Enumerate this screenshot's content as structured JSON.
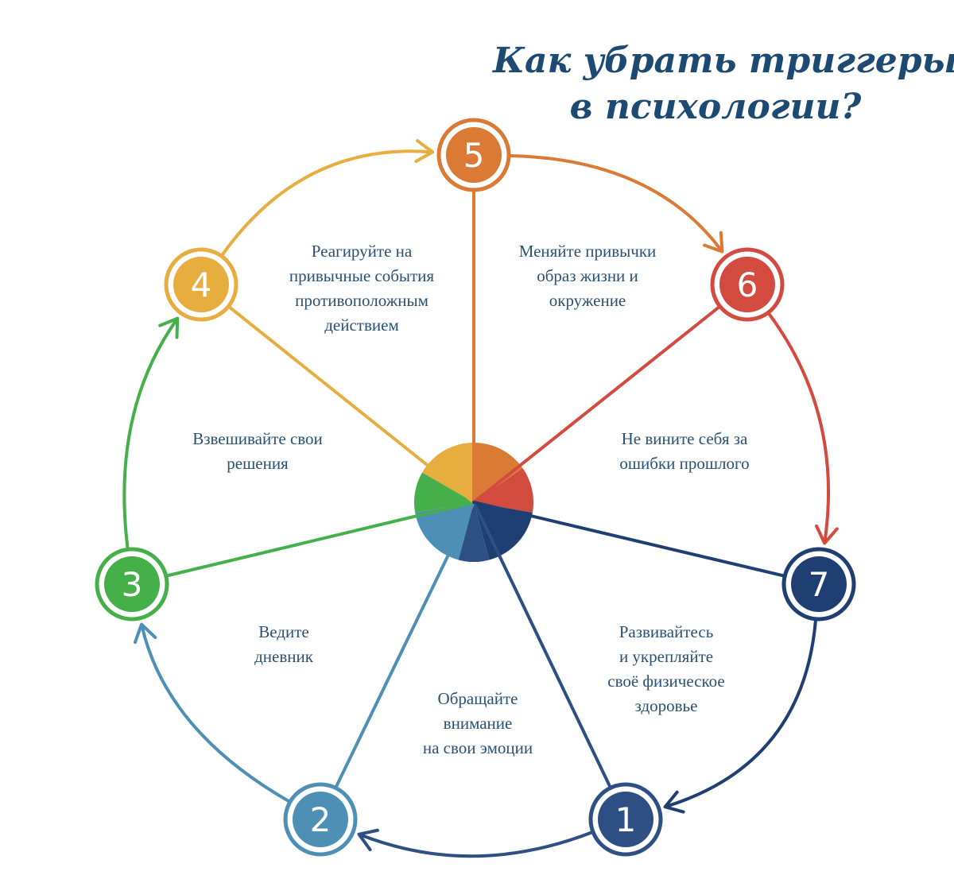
{
  "title": {
    "line1": "Как убрать триггеры",
    "line2": "в психологии?"
  },
  "colors": {
    "step1": "#2d4f84",
    "step2": "#4e8fb5",
    "step3": "#45b049",
    "step4": "#e8ad3f",
    "step5": "#db7a34",
    "step6": "#d34a3f",
    "step7": "#1f3f72",
    "text": "#2a5173",
    "title": "#1d4a72"
  },
  "steps": [
    {
      "id": "1",
      "number": "1",
      "color": "#2d4f84",
      "text": [
        "Развивайтесь",
        "и укрепляйте",
        "своё физическое",
        "здоровье"
      ]
    },
    {
      "id": "2",
      "number": "2",
      "color": "#4e8fb5",
      "text": [
        "Обращайте",
        "внимание",
        "на свои эмоции"
      ]
    },
    {
      "id": "3",
      "number": "3",
      "color": "#45b049",
      "text": [
        "Ведите",
        "дневник"
      ]
    },
    {
      "id": "4",
      "number": "4",
      "color": "#e8ad3f",
      "text": [
        "Взвешивайте свои",
        "решения"
      ]
    },
    {
      "id": "5",
      "number": "5",
      "color": "#db7a34",
      "text": [
        "Реагируйте на",
        "привычные события",
        "противоположным",
        "действием"
      ]
    },
    {
      "id": "6",
      "number": "6",
      "color": "#d34a3f",
      "text": [
        "Меняйте привычки",
        "образ жизни и",
        "окружение"
      ]
    },
    {
      "id": "7",
      "number": "7",
      "color": "#1f3f72",
      "text": [
        "Не вините себя за",
        "ошибки прошлого"
      ]
    }
  ]
}
